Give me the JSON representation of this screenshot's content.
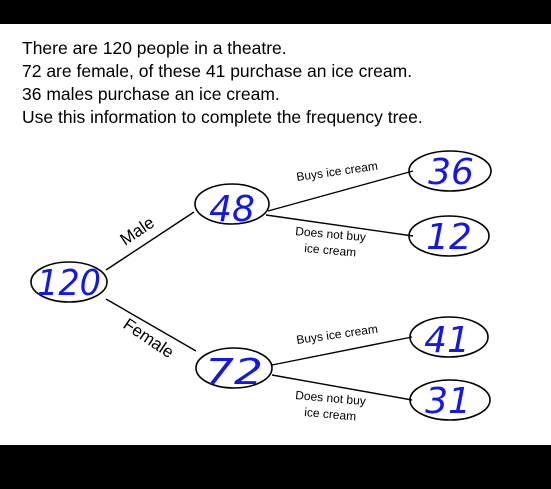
{
  "question": {
    "lines": [
      "There are 120 people in a theatre.",
      "72 are female, of these 41 purchase an ice cream.",
      "36 males purchase an ice cream.",
      "Use this information to complete the frequency tree."
    ]
  },
  "tree": {
    "root": {
      "value": "120"
    },
    "male": {
      "label": "Male",
      "value": "48",
      "buys": {
        "label": "Buys ice cream",
        "value": "36"
      },
      "not_buy": {
        "label_line1": "Does not buy",
        "label_line2": "ice cream",
        "value": "12"
      }
    },
    "female": {
      "label": "Female",
      "value": "72",
      "buys": {
        "label": "Buys ice cream",
        "value": "41"
      },
      "not_buy": {
        "label_line1": "Does not buy",
        "label_line2": "ice cream",
        "value": "31"
      }
    }
  },
  "colors": {
    "handwriting": "#1418e0",
    "border_bars": "#000000",
    "background": "#ffffff"
  }
}
